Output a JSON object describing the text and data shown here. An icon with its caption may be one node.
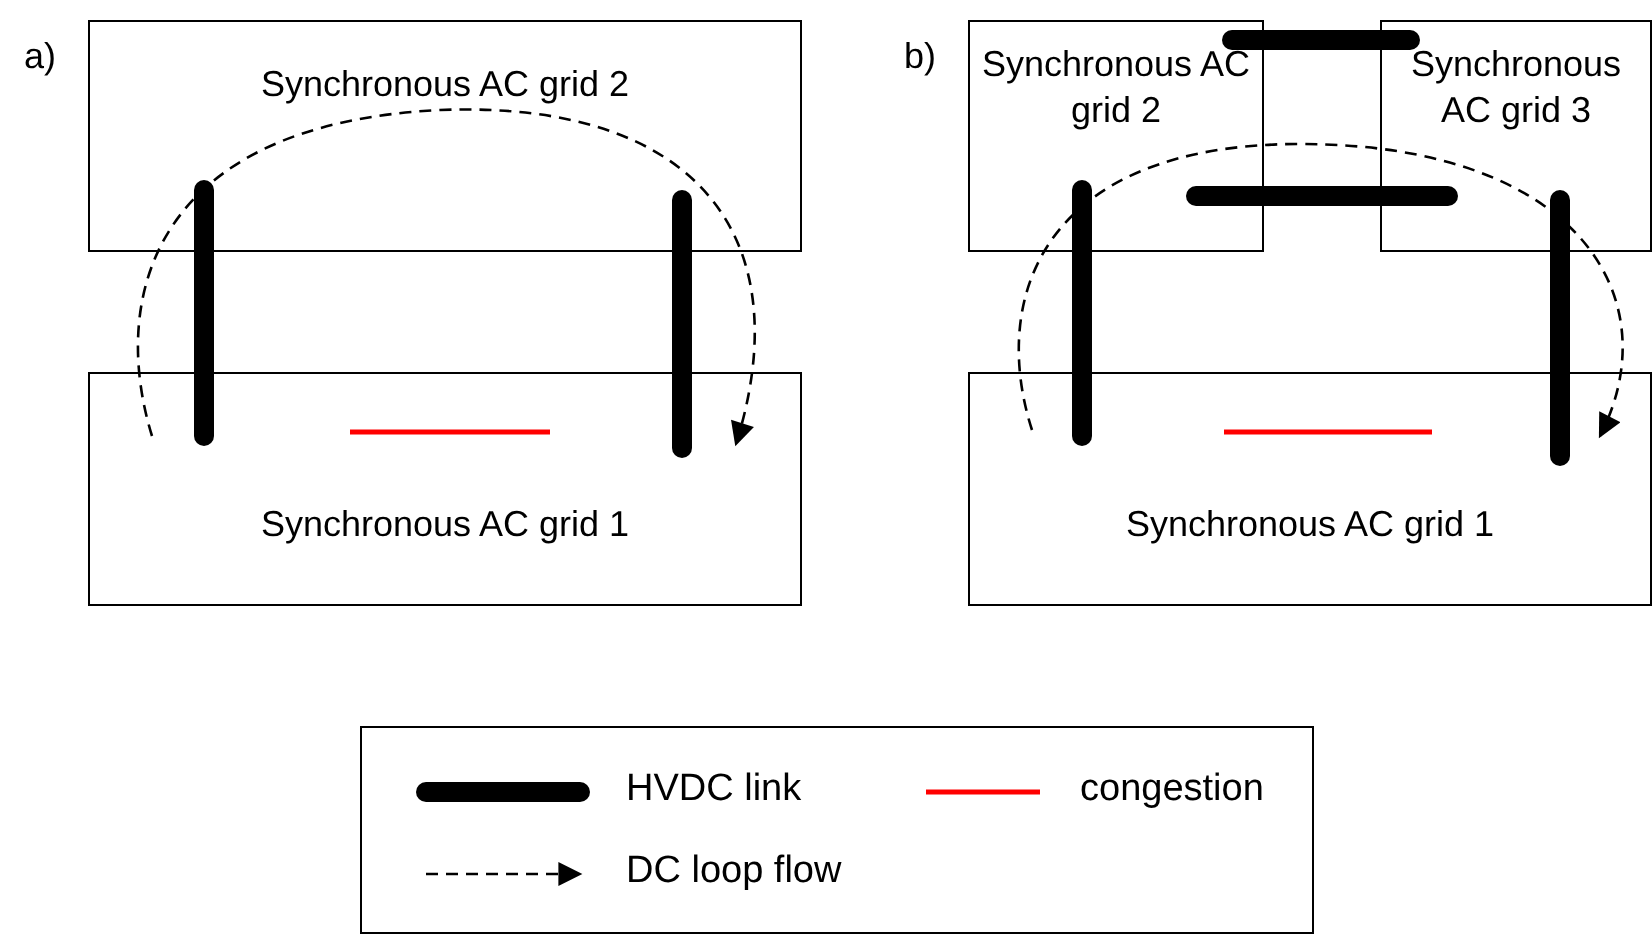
{
  "diagram": {
    "nodes": [
      {
        "text": [
          "Synchronous AC grid 2"
        ]
      },
      {
        "text": [
          "Synchronous AC grid 1"
        ]
      },
      {
        "text": [
          "Synchronous AC grid 2"
        ]
      },
      {
        "text": [
          "Synchronous AC grid 3"
        ]
      },
      {
        "text": [
          "Synchronous AC grid 1"
        ]
      }
    ],
    "edges": [
      {
        "from": 0,
        "to": 1,
        "arrow": "none"
      },
      {
        "from": 0,
        "to": 1,
        "arrow": "none"
      },
      {
        "from": 2,
        "to": 4,
        "arrow": "none"
      },
      {
        "from": 3,
        "to": 4,
        "arrow": "none"
      },
      {
        "from": 2,
        "to": 3,
        "arrow": "none"
      },
      {
        "from": 2,
        "to": 3,
        "arrow": "none"
      }
    ],
    "labels": [
      "a)",
      "b)"
    ],
    "legend": [
      {
        "text": "HVDC link"
      },
      {
        "text": "congestion"
      },
      {
        "text": "DC loop flow"
      }
    ]
  }
}
